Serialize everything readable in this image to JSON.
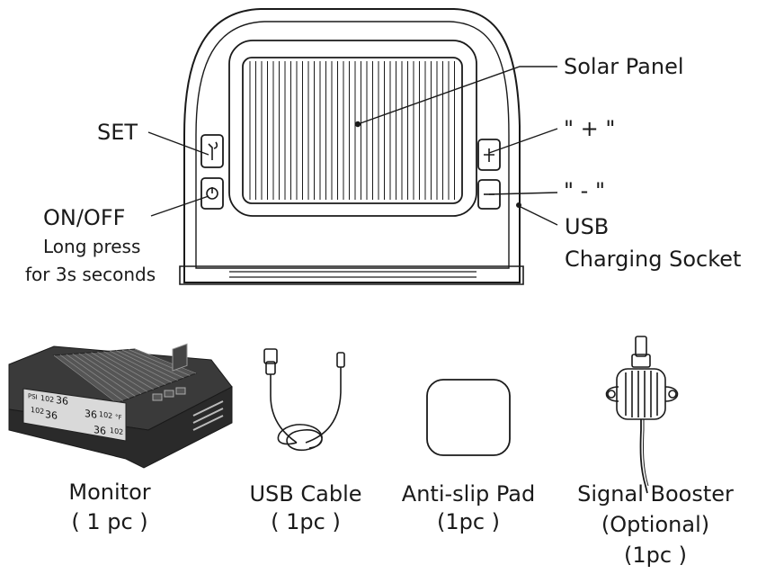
{
  "callouts": {
    "solar_panel": "Solar Panel",
    "plus": "\" + \"",
    "minus": "\" - \"",
    "usb_line1": "USB",
    "usb_line2": "Charging Socket",
    "set": "SET",
    "onoff": "ON/OFF",
    "long_press_1": "Long press",
    "long_press_2": "for 3s seconds"
  },
  "screen": {
    "psi": "PSI",
    "readings": [
      "102",
      "36",
      "36",
      "102",
      "102",
      "36",
      "36",
      "102"
    ],
    "unit_f": "°F"
  },
  "items": [
    {
      "name": "Monitor",
      "qty": "( 1 pc )"
    },
    {
      "name": "USB Cable",
      "qty": "( 1pc )"
    },
    {
      "name": "Anti-slip Pad",
      "qty": "(1pc )"
    },
    {
      "name": "Signal Booster",
      "name2": "(Optional)",
      "qty": "(1pc )"
    }
  ]
}
